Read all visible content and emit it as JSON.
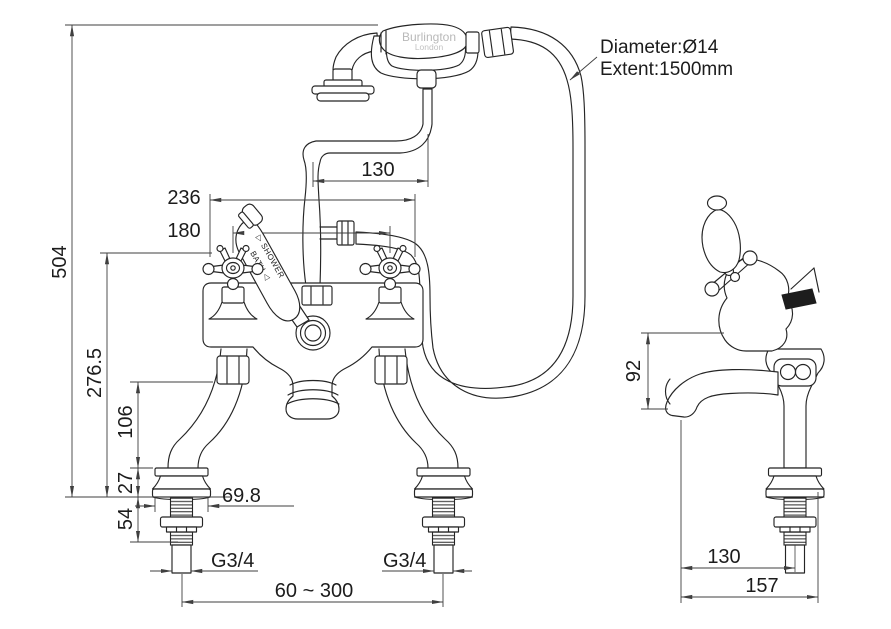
{
  "annotation": {
    "diameter": "Diameter:Ø14",
    "extent": "Extent:1500mm"
  },
  "handset_brand": {
    "name": "Burlington",
    "sub": "London"
  },
  "diverter_labels": {
    "shower": "▷ SHOWER",
    "bath": "BATH ◁"
  },
  "dimensions": {
    "overall_height": "504",
    "handle_height": "276.5",
    "body_height": "106",
    "base_height": "27",
    "shank_depth": "54",
    "cradle_offset": "130",
    "overall_width": "236",
    "handle_centres": "180",
    "flange_diameter": "69.8",
    "inlet_thread_left": "G3/4",
    "inlet_thread_right": "G3/4",
    "inlet_centres": "60 ~ 300",
    "spout_height": "92",
    "spout_reach": "130",
    "overall_depth": "157"
  }
}
